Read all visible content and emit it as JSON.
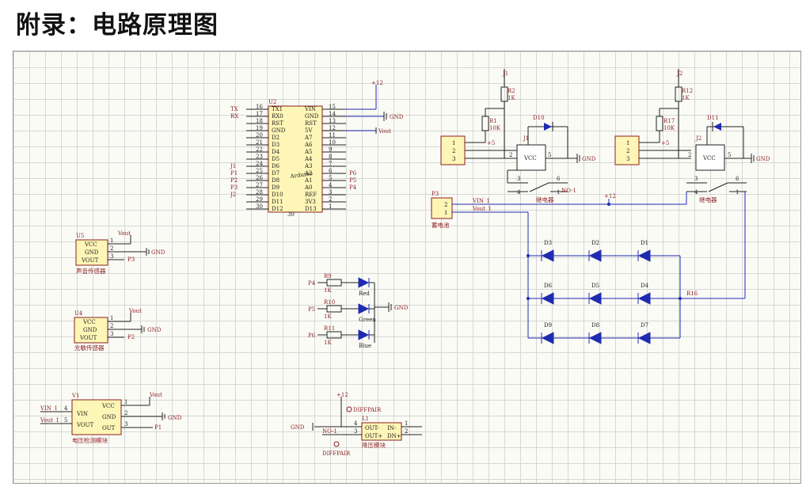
{
  "title": "附录：电路原理图",
  "arduino": {
    "designator": "U2",
    "bottom": "30",
    "rotated_label": "Arduino",
    "left_pins": [
      {
        "num": "16",
        "name": "TX1"
      },
      {
        "num": "17",
        "name": "RX0"
      },
      {
        "num": "18",
        "name": "RST"
      },
      {
        "num": "19",
        "name": "GND"
      },
      {
        "num": "20",
        "name": "D2"
      },
      {
        "num": "21",
        "name": "D3"
      },
      {
        "num": "22",
        "name": "D4"
      },
      {
        "num": "23",
        "name": "D5"
      },
      {
        "num": "24",
        "name": "D6"
      },
      {
        "num": "25",
        "name": "D7"
      },
      {
        "num": "26",
        "name": "D8"
      },
      {
        "num": "27",
        "name": "D9"
      },
      {
        "num": "28",
        "name": "D10"
      },
      {
        "num": "29",
        "name": "D11"
      },
      {
        "num": "30",
        "name": "D12"
      }
    ],
    "right_pins": [
      {
        "num": "15",
        "name": "VIN"
      },
      {
        "num": "14",
        "name": "GND"
      },
      {
        "num": "13",
        "name": "RST"
      },
      {
        "num": "12",
        "name": "5V"
      },
      {
        "num": "11",
        "name": "A7"
      },
      {
        "num": "10",
        "name": "A6"
      },
      {
        "num": "9",
        "name": "A5"
      },
      {
        "num": "8",
        "name": "A4"
      },
      {
        "num": "7",
        "name": "A3"
      },
      {
        "num": "6",
        "name": "A2"
      },
      {
        "num": "5",
        "name": "A1"
      },
      {
        "num": "4",
        "name": "A0"
      },
      {
        "num": "3",
        "name": "REF"
      },
      {
        "num": "2",
        "name": "3V3"
      },
      {
        "num": "1",
        "name": "D13"
      }
    ],
    "left_nets": [
      "TX",
      "RX",
      "J1",
      "P1",
      "P2",
      "P3",
      "J2"
    ],
    "right_nets": [
      "P6",
      "P5",
      "P4"
    ],
    "top_net": "+12",
    "gnd": "GND",
    "vout": "Vout"
  },
  "sound_sensor": {
    "designator": "U5",
    "pins": [
      "VCC",
      "GND",
      "VOUT"
    ],
    "caption": "声音传感器",
    "net_vout": "Vout",
    "net_p": "P3",
    "gnd": "GND",
    "pin_nums": [
      "1",
      "2",
      "3"
    ]
  },
  "light_sensor": {
    "designator": "U4",
    "pins": [
      "VCC",
      "GND",
      "VOUT"
    ],
    "caption": "光敏传感器",
    "net_vout": "Vout",
    "net_p": "P2",
    "gnd": "GND",
    "pin_nums": [
      "1",
      "2",
      "3"
    ]
  },
  "voltage_module": {
    "designator": "V1",
    "left_pins": [
      "VIN",
      "VOUT"
    ],
    "right_pins": [
      "VCC",
      "GND",
      "OUT"
    ],
    "left_nums": [
      "4",
      "5"
    ],
    "right_nums": [
      "1",
      "2",
      "3"
    ],
    "caption": "电压检测模块",
    "net_vin": "VIN_1",
    "net_vout_in": "Vout_1",
    "net_vout": "Vout",
    "net_p": "P1",
    "gnd": "GND"
  },
  "rgb": {
    "rows": [
      {
        "net": "P4",
        "res": "R9",
        "val": "1K",
        "led": "Red"
      },
      {
        "net": "P5",
        "res": "R10",
        "val": "1K",
        "led": "Green"
      },
      {
        "net": "P6",
        "res": "R11",
        "val": "1K",
        "led": "Blue"
      }
    ],
    "gnd": "GND"
  },
  "buck": {
    "designator": "L1",
    "pins": [
      "OUT-",
      "OUT+",
      "IN-",
      "DN+"
    ],
    "caption": "降压模块",
    "top_net": "+12",
    "diffpair": "DIFFPAIR",
    "no_net": "NO-1",
    "gnd": "GND",
    "nums": [
      "4",
      "3",
      "1",
      "2"
    ]
  },
  "relay_left": {
    "conn_pins": [
      "1",
      "2",
      "3"
    ],
    "plus5": "+5",
    "r_top": "R2",
    "r_top_val": "1K",
    "r_mid": "R1",
    "r_mid_val": "10K",
    "diode": "D10",
    "transistor": "J1",
    "vcc": "VCC",
    "gnd": "GND",
    "net_top": "J1",
    "relay_nums": [
      "3",
      "4",
      "6",
      "1"
    ],
    "relay_caption": "继电器",
    "no_net": "NO-1",
    "num2": "2",
    "num5": "5"
  },
  "relay_right": {
    "conn_pins": [
      "1",
      "2",
      "3"
    ],
    "plus5": "+5",
    "r_top": "R12",
    "r_top_val": "1K",
    "r_mid": "R17",
    "r_mid_val": "10K",
    "diode": "D11",
    "transistor": "J2",
    "vcc": "VCC",
    "gnd": "GND",
    "net_top": "J2",
    "relay_nums": [
      "3",
      "4",
      "6",
      "1"
    ],
    "relay_caption": "继电器",
    "num2": "2",
    "num5": "5"
  },
  "battery": {
    "designator": "P3",
    "pins": [
      "2",
      "1"
    ],
    "caption": "蓄电池",
    "net_vin": "VIN_1",
    "net_vout": "Vout_1",
    "plus12": "+12"
  },
  "led_matrix": {
    "rows": [
      [
        "D3",
        "D2",
        "D1"
      ],
      [
        "D6",
        "D5",
        "D4"
      ],
      [
        "D9",
        "D8",
        "D7"
      ]
    ],
    "resistor": "R16"
  },
  "colors": {
    "wire": "#1f2bb0",
    "component_fill": "#fdf6b6",
    "component_stroke": "#8a1f1f",
    "net_text": "#8a1f1f"
  }
}
